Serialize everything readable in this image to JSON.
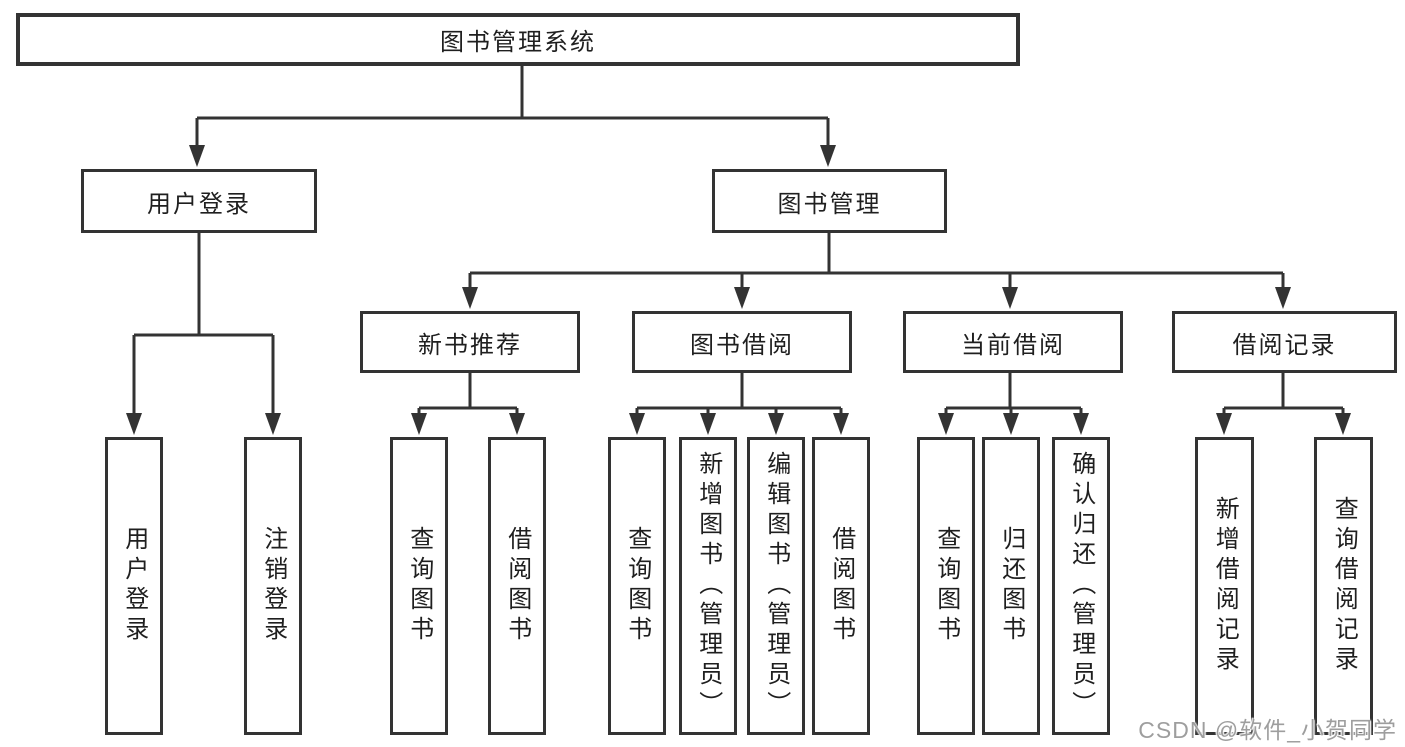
{
  "title": "图书管理系统",
  "colors": {
    "line": "#333333",
    "text": "#1f1f1f",
    "watermark": "#9e9e9e",
    "background": "#ffffff"
  },
  "tree": {
    "root": {
      "label": "图书管理系统"
    },
    "branches": [
      {
        "label": "用户登录",
        "children": [
          {
            "label": "用户登录"
          },
          {
            "label": "注销登录"
          }
        ]
      },
      {
        "label": "图书管理",
        "children": [
          {
            "label": "新书推荐",
            "children": [
              {
                "label": "查询图书"
              },
              {
                "label": "借阅图书"
              }
            ]
          },
          {
            "label": "图书借阅",
            "children": [
              {
                "label": "查询图书"
              },
              {
                "label": "新增图书（管理员）"
              },
              {
                "label": "编辑图书（管理员）"
              },
              {
                "label": "借阅图书"
              }
            ]
          },
          {
            "label": "当前借阅",
            "children": [
              {
                "label": "查询图书"
              },
              {
                "label": "归还图书"
              },
              {
                "label": "确认归还（管理员）"
              }
            ]
          },
          {
            "label": "借阅记录",
            "children": [
              {
                "label": "新增借阅记录"
              },
              {
                "label": "查询借阅记录"
              }
            ]
          }
        ]
      }
    ]
  },
  "watermark": "CSDN @软件_小贺同学"
}
